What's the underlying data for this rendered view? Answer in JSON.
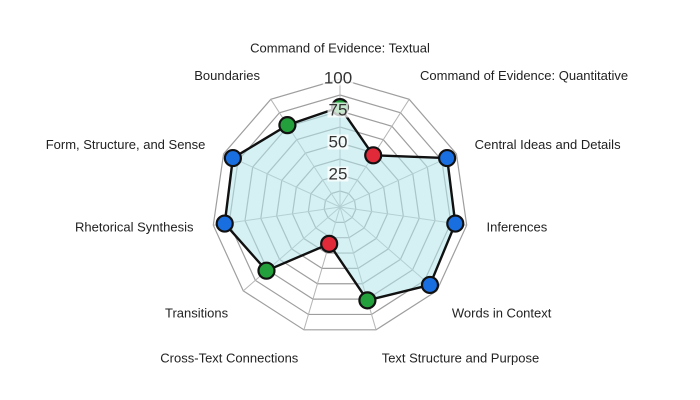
{
  "chart_data": {
    "type": "radar",
    "categories": [
      "Command of Evidence: Textual",
      "Command of Evidence: Quantitative",
      "Central Ideas and Details",
      "Inferences",
      "Words in Context",
      "Text Structure and Purpose",
      "Cross-Text Connections",
      "Transitions",
      "Rhetorical Synthesis",
      "Form, Structure, and Sense",
      "Boundaries"
    ],
    "values": [
      78,
      48,
      92,
      91,
      93,
      76,
      30,
      76,
      91,
      92,
      76
    ],
    "point_status": [
      "good",
      "weak",
      "strong",
      "strong",
      "strong",
      "good",
      "weak",
      "good",
      "strong",
      "strong",
      "good"
    ],
    "rlim": [
      0,
      100
    ],
    "ticks": [
      25,
      50,
      75,
      100
    ],
    "grid": true,
    "legend": "none",
    "colors": {
      "area_fill": "#b3e6eb",
      "outline": "#111111",
      "grid": "#9e9e9e",
      "strong": "#1a6fe0",
      "good": "#23a03c",
      "weak": "#e02a3a"
    }
  }
}
